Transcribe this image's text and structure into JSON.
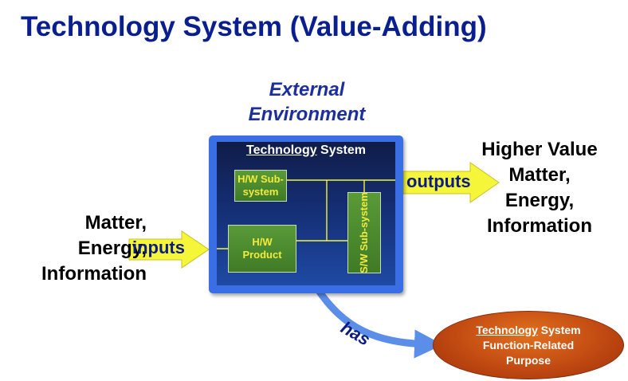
{
  "title": "Technology System (Value-Adding)",
  "external_environment": [
    "External",
    "Environment"
  ],
  "inputs_text": [
    "Matter,",
    "Energy,",
    "Information"
  ],
  "inputs_label": "inputs",
  "outputs_text": [
    "Higher Value",
    "Matter,",
    "Energy,",
    "Information"
  ],
  "outputs_label": "outputs",
  "system": {
    "title_underlined": "Technology",
    "title_rest": " System",
    "hw_subsystem": "H/W Sub-system",
    "hw_product": [
      "H/W",
      "Product"
    ],
    "sw_subsystem": "S/W Sub-system"
  },
  "has_label": "has",
  "purpose": {
    "line1_underlined": "Technology",
    "line1_rest": " System",
    "line2": "Function-Related",
    "line3": "Purpose"
  },
  "colors": {
    "title": "#0a1f8f",
    "system_frame": "#3a6ee5",
    "arrow_fill": "#f5f53a",
    "connector": "#f5f53a",
    "curve": "#5b8ee8",
    "purpose_fill": "#c24a12"
  }
}
